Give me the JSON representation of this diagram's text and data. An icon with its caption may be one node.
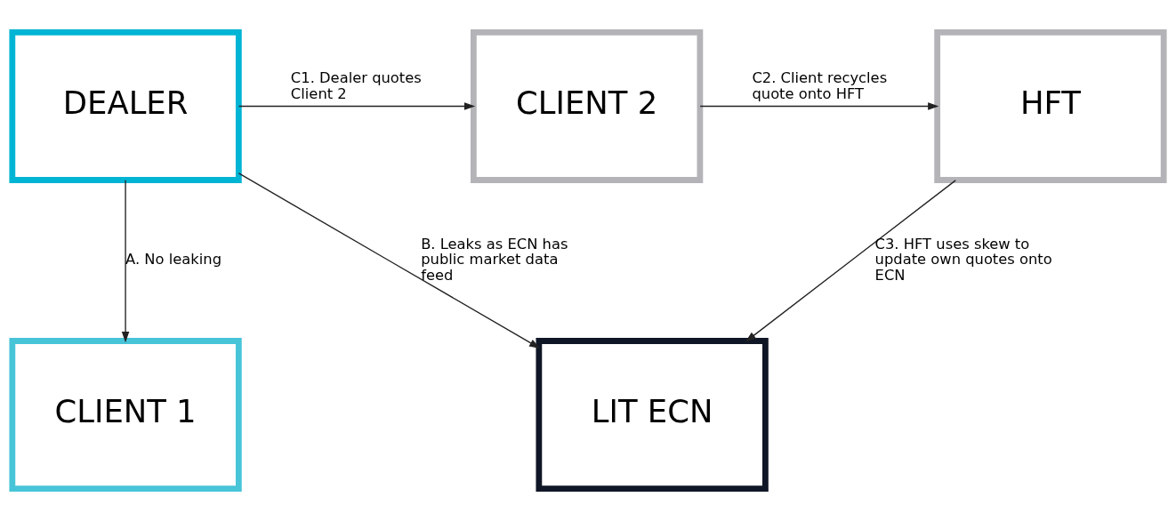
{
  "diagram": {
    "nodes": [
      {
        "text": [
          "DEALER"
        ]
      },
      {
        "text": [
          "CLIENT 2"
        ]
      },
      {
        "text": [
          "HFT"
        ]
      },
      {
        "text": [
          "CLIENT 1"
        ]
      },
      {
        "text": [
          "LIT ECN"
        ]
      }
    ],
    "edges": [
      {
        "from": 0,
        "to": 1,
        "arrow": "to",
        "label": "C1. Dealer quotes Client 2"
      },
      {
        "from": 1,
        "to": 2,
        "arrow": "to",
        "label": "C2. Client recycles quote onto HFT"
      },
      {
        "from": 0,
        "to": 3,
        "arrow": "to",
        "label": "A. No leaking"
      },
      {
        "from": 0,
        "to": 4,
        "arrow": "to",
        "label": "B. Leaks as ECN has public market data feed"
      },
      {
        "from": 2,
        "to": 4,
        "arrow": "to",
        "label": "C3. HFT uses skew to update own quotes onto ECN"
      }
    ]
  }
}
